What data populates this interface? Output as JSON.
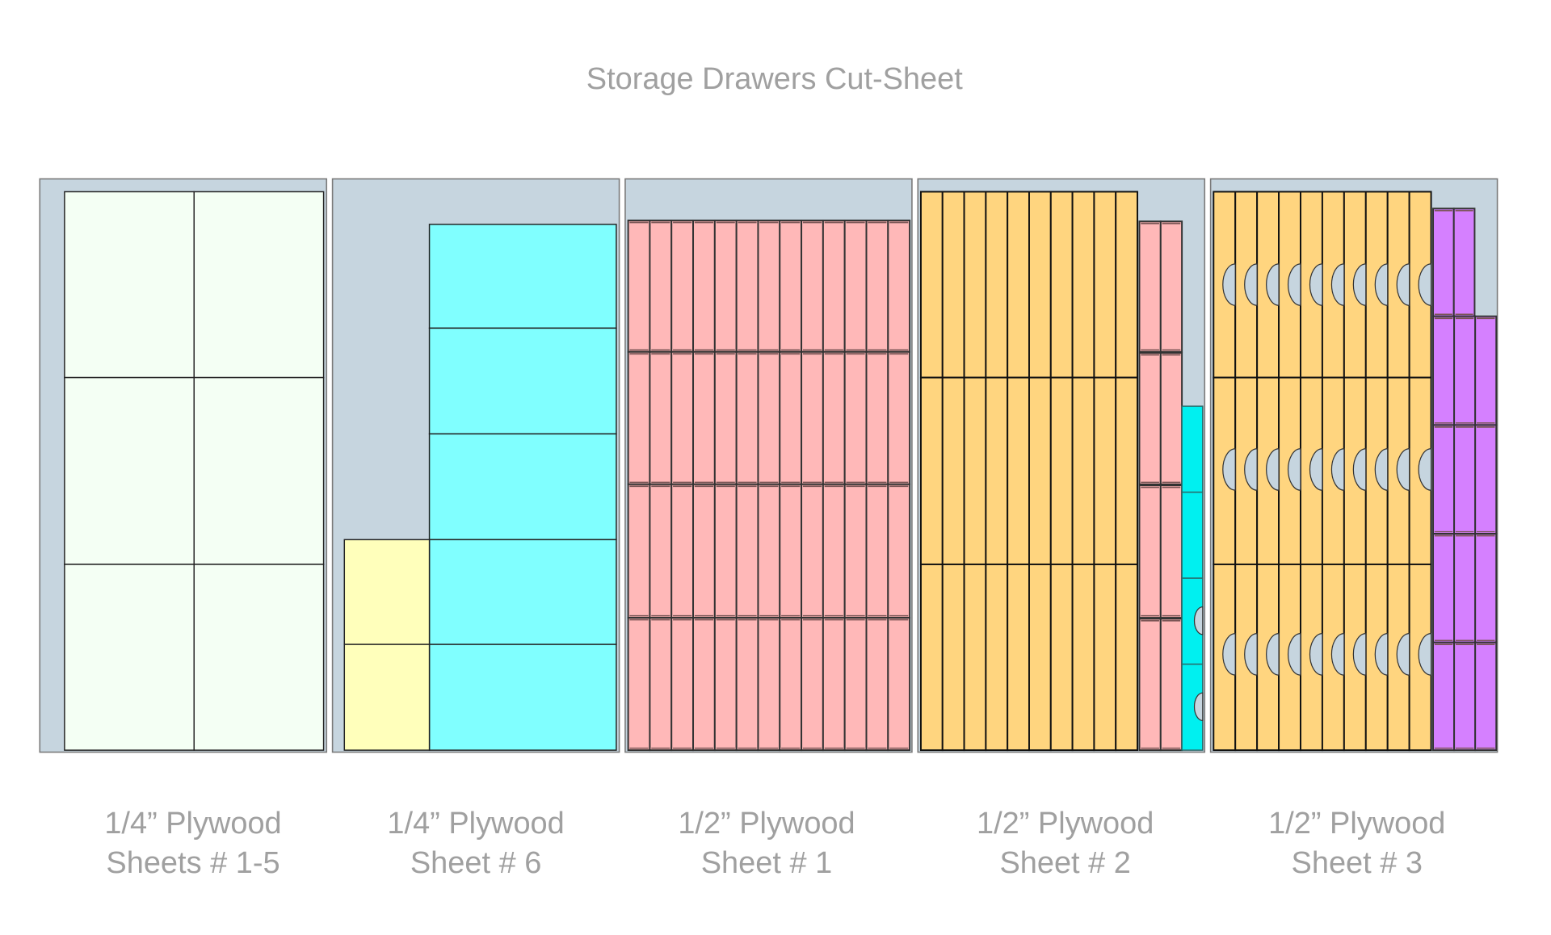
{
  "title": "Storage Drawers Cut-Sheet",
  "colors": {
    "sheet_bg": "#c6d5df",
    "sheet_border": "#7a7a7a",
    "mint": "#f4fff4",
    "cyan_light": "#80ffff",
    "yellow": "#ffffbb",
    "pink": "#ffb8b8",
    "orange": "#ffd57f",
    "cyan": "#00f0f0",
    "purple": "#d580ff",
    "text": "#a0a0a0"
  },
  "sheets": [
    {
      "line1": "1/4” Plywood",
      "line2": "Sheets # 1-5"
    },
    {
      "line1": "1/4” Plywood",
      "line2": "Sheet # 6"
    },
    {
      "line1": "1/2” Plywood",
      "line2": "Sheet # 1"
    },
    {
      "line1": "1/2” Plywood",
      "line2": "Sheet # 2"
    },
    {
      "line1": "1/2” Plywood",
      "line2": "Sheet # 3"
    }
  ]
}
